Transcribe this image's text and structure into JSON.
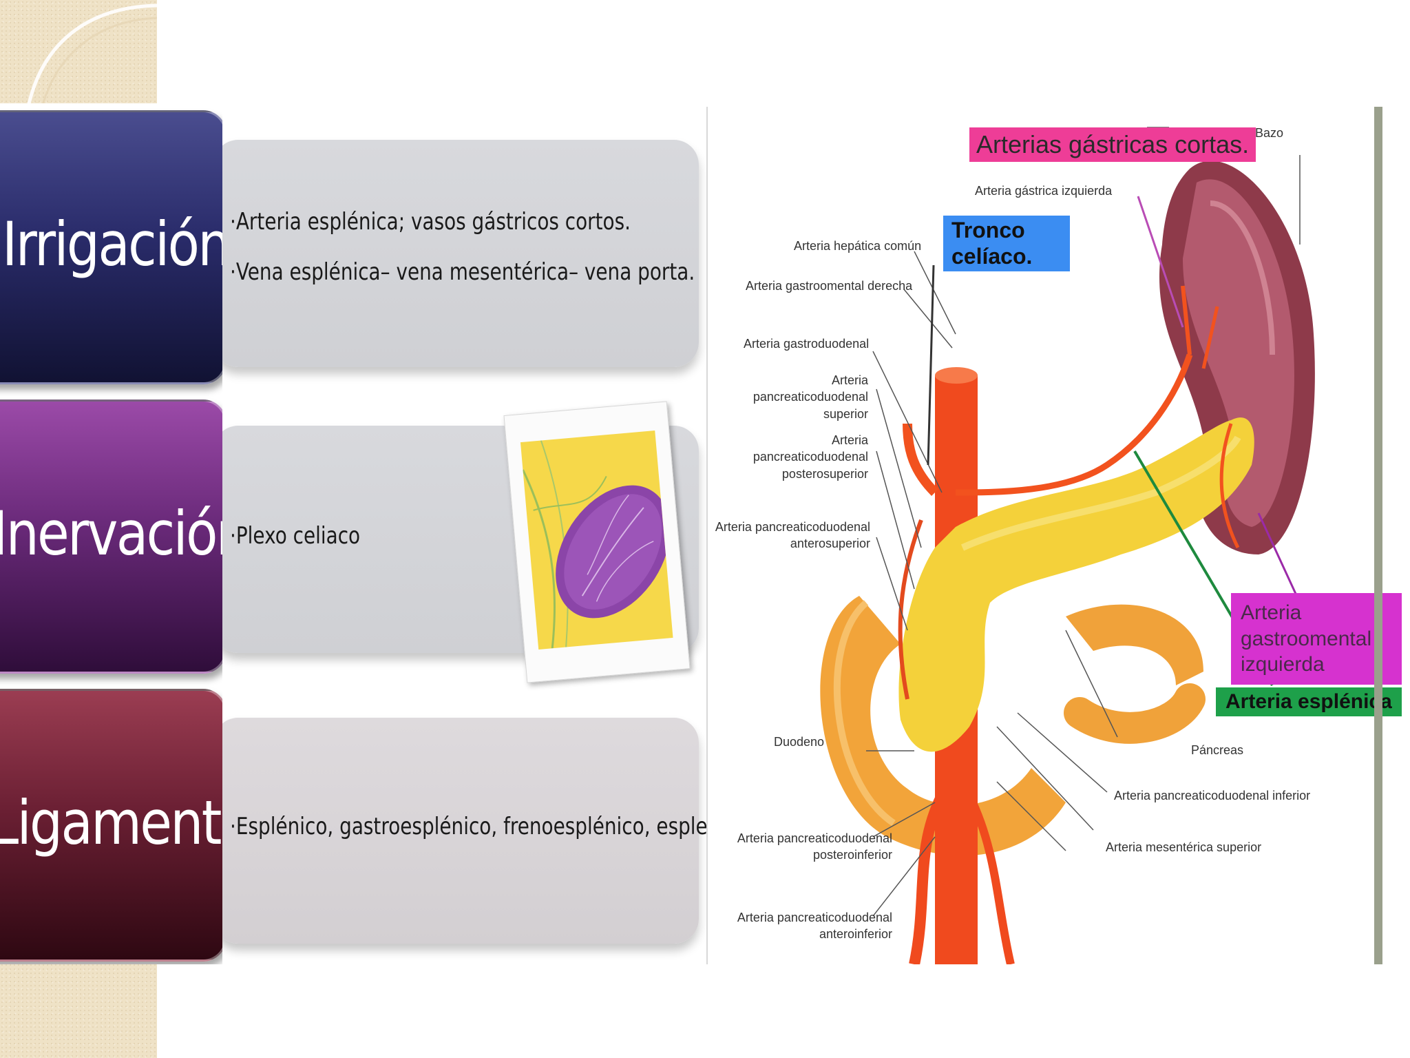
{
  "rows": [
    {
      "title": "Irrigación",
      "bullets": [
        "·Arteria esplénica; vasos gástricos cortos.",
        "·Vena esplénica– vena mesentérica– vena porta."
      ]
    },
    {
      "title": "Inervación",
      "bullets": [
        "·Plexo celiaco"
      ]
    },
    {
      "title": "Ligamentos",
      "bullets": [
        "·Esplénico, gastroesplénico, frenoesplénico, esplenorenal"
      ]
    }
  ],
  "colors": {
    "tile_irrigacion": "#2a2c6b",
    "tile_inervacion": "#6a2a7a",
    "tile_ligamentos": "#6a1f33",
    "band": "#d3d4d8"
  },
  "diagram": {
    "boxes": {
      "arterias_gastricas_cortas": "Arterias gástricas cortas.",
      "tronco_celiaco": "Tronco celíaco.",
      "arteria_gastroomental_izquierda": "Arteria gastroomental izquierda",
      "arteria_esplenica": "Arteria esplénica"
    },
    "labels": {
      "bazo": "Bazo",
      "gastrica_izquierda": "Arteria gástrica izquierda",
      "hepatica_comun": "Arteria hepática común",
      "gastroomental_derecha": "Arteria gastroomental derecha",
      "gastroduodenal": "Arteria gastroduodenal",
      "pd_superior": "Arteria pancreaticoduodenal superior",
      "pd_posterosuperior": "Arteria pancreaticoduodenal posterosuperior",
      "pd_anterosuperior": "Arteria pancreaticoduodenal anterosuperior",
      "duodeno": "Duodeno",
      "pd_posteroinferior": "Arteria pancreaticoduodenal posteroinferior",
      "pd_anteroinferior": "Arteria pancreaticoduodenal anteroinferior",
      "pancreas": "Páncreas",
      "pd_inferior": "Arteria pancreaticoduodenal inferior",
      "mesenterica_superior": "Arteria mesentérica superior"
    }
  }
}
